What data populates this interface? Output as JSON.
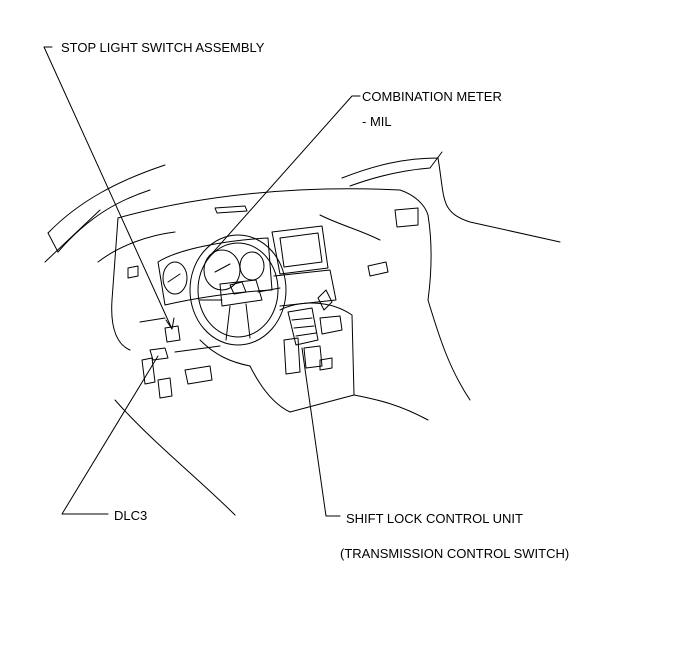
{
  "labels": {
    "stop_light_switch": "STOP LIGHT SWITCH ASSEMBLY",
    "combination_meter": "COMBINATION METER",
    "mil": "- MIL",
    "dlc3": "DLC3",
    "shift_lock": "SHIFT LOCK CONTROL UNIT",
    "transmission_switch": "(TRANSMISSION CONTROL SWITCH)"
  },
  "colors": {
    "line": "#000000",
    "background": "#ffffff"
  }
}
